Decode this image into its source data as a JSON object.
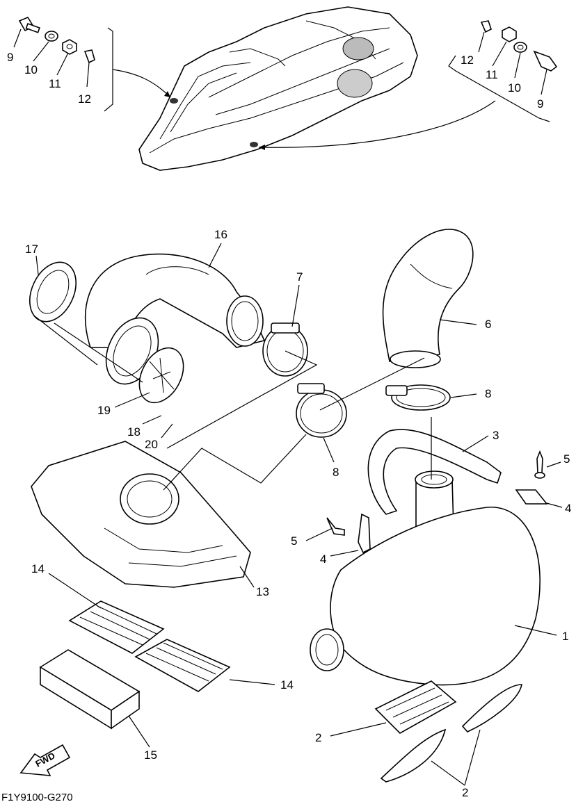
{
  "diagram_code": "F1Y9100-G270",
  "fwd_label": "FWD",
  "callouts": [
    {
      "id": "c9a",
      "text": "9"
    },
    {
      "id": "c10a",
      "text": "10"
    },
    {
      "id": "c11a",
      "text": "11"
    },
    {
      "id": "c12a",
      "text": "12"
    },
    {
      "id": "c12b",
      "text": "12"
    },
    {
      "id": "c11b",
      "text": "11"
    },
    {
      "id": "c10b",
      "text": "10"
    },
    {
      "id": "c9b",
      "text": "9"
    },
    {
      "id": "c16",
      "text": "16"
    },
    {
      "id": "c17",
      "text": "17"
    },
    {
      "id": "c7",
      "text": "7"
    },
    {
      "id": "c6",
      "text": "6"
    },
    {
      "id": "c8a",
      "text": "8"
    },
    {
      "id": "c8b",
      "text": "8"
    },
    {
      "id": "c19",
      "text": "19"
    },
    {
      "id": "c18",
      "text": "18"
    },
    {
      "id": "c20",
      "text": "20"
    },
    {
      "id": "c3",
      "text": "3"
    },
    {
      "id": "c5a",
      "text": "5"
    },
    {
      "id": "c4a",
      "text": "4"
    },
    {
      "id": "c5b",
      "text": "5"
    },
    {
      "id": "c4b",
      "text": "4"
    },
    {
      "id": "c13",
      "text": "13"
    },
    {
      "id": "c14a",
      "text": "14"
    },
    {
      "id": "c14b",
      "text": "14"
    },
    {
      "id": "c1",
      "text": "1"
    },
    {
      "id": "c15",
      "text": "15"
    },
    {
      "id": "c2a",
      "text": "2"
    },
    {
      "id": "c2b",
      "text": "2"
    }
  ]
}
